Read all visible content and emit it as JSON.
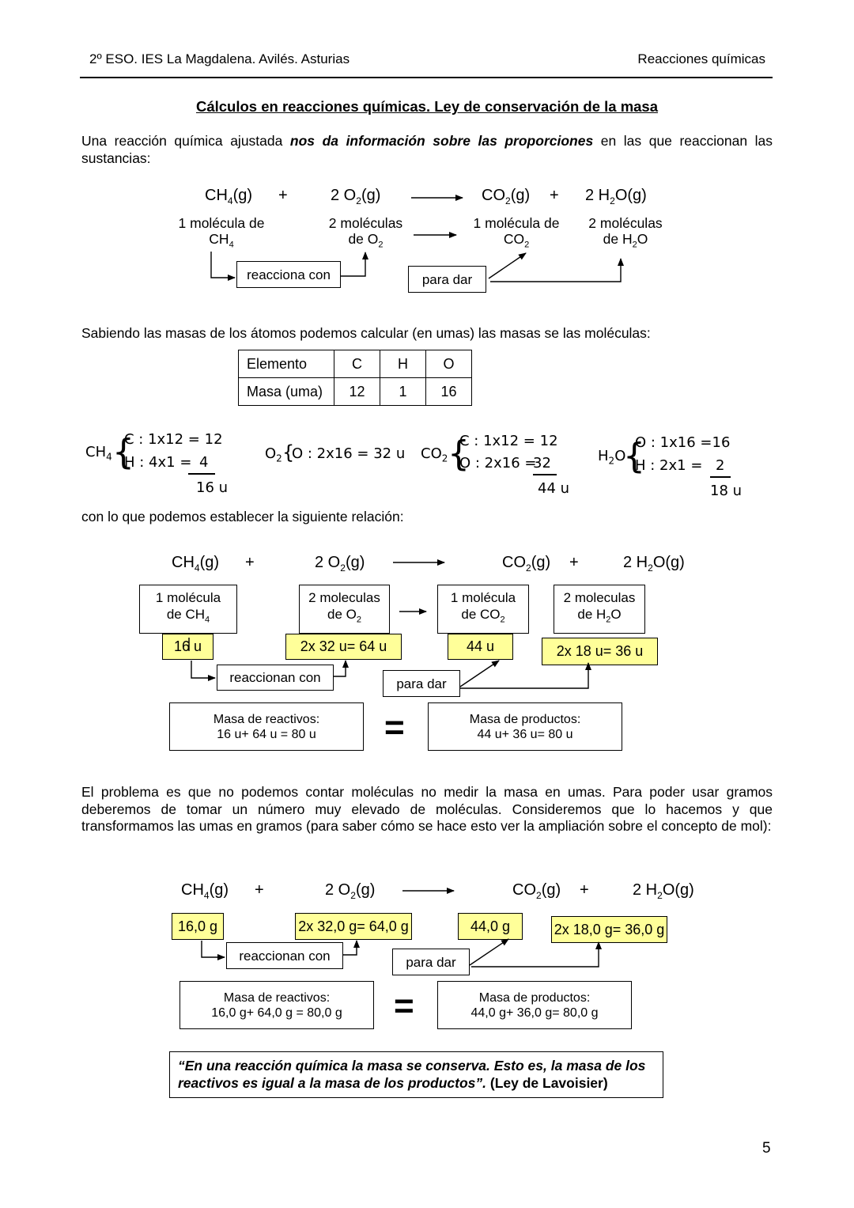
{
  "header": {
    "left": "2º ESO. IES La Magdalena. Avilés. Asturias",
    "right": "Reacciones químicas"
  },
  "title": "Cálculos en reacciones químicas. Ley de conservación de la masa",
  "intro": {
    "before": "Una reacción química ajustada ",
    "bold": "nos da información sobre las proporciones",
    "after": " en las que reaccionan las sustancias:"
  },
  "equation": {
    "r1": "CH4(g)",
    "plus": "+",
    "r2": "2 O2(g)",
    "p1": "CO2(g)",
    "p2": "2 H2O(g)"
  },
  "diagram1": {
    "d_r1_a": "1 molécula de",
    "d_r1_b": "CH4",
    "d_r2_a": "2 moléculas",
    "d_r2_b": "de O2",
    "d_p1_a": "1 molécula de",
    "d_p1_b": "CO2",
    "d_p2_a": "2 moléculas",
    "d_p2_b": "de H2O",
    "reacciona": "reacciona con",
    "para_dar": "para dar"
  },
  "masses_text": "Sabiendo las masas de los átomos podemos calcular (en umas) las masas se las moléculas:",
  "table": {
    "h0": "Elemento",
    "h1": "C",
    "h2": "H",
    "h3": "O",
    "r0": "Masa (uma)",
    "r1": "12",
    "r2": "1",
    "r3": "16"
  },
  "calcs": {
    "ch4_c": "C : 1x12 = 12",
    "ch4_h": "H : 4x1 =",
    "ch4_hv": "4",
    "ch4_tot": "16 u",
    "o2": "O : 2x16 = 32 u",
    "co2_c": "C : 1x12 =  12",
    "co2_o": "O : 2x16 =",
    "co2_ov": "32",
    "co2_tot": "44 u",
    "h2o_o": "O : 1x16 =16",
    "h2o_h": "H : 2x1 =",
    "h2o_hv": "2",
    "h2o_tot": "18 u"
  },
  "relation_text": "con lo que podemos establecer la siguiente relación:",
  "diagram2": {
    "b1a": "1 molécula",
    "b1b": "de CH4",
    "b2a": "2 moleculas",
    "b2b": "de O2",
    "b3a": "1 molécula",
    "b3b": "de CO2",
    "b4a": "2 moleculas",
    "b4b": "de H2O",
    "y1": "16 u",
    "y2": "2x 32 u= 64 u",
    "y3": "44 u",
    "y4": "2x 18 u= 36 u",
    "reaccionan": "reaccionan con",
    "para_dar": "para dar",
    "mr1": "Masa de reactivos:",
    "mr2": "16 u+ 64 u = 80 u",
    "mp1": "Masa de productos:",
    "mp2": "44 u+ 36 u= 80 u",
    "equals": "="
  },
  "problem_text": "El problema es que no podemos contar moléculas no medir la masa en umas. Para poder usar gramos deberemos de tomar un número muy elevado de moléculas. Consideremos que lo hacemos y que transformamos las umas en gramos (para saber cómo se hace esto ver la ampliación sobre el concepto de mol):",
  "diagram3": {
    "y1": "16,0 g",
    "y2": "2x 32,0 g= 64,0 g",
    "y3": "44,0 g",
    "y4": "2x 18,0 g= 36,0 g",
    "reaccionan": "reaccionan con",
    "para_dar": "para dar",
    "mr1": "Masa de reactivos:",
    "mr2": "16,0 g+ 64,0 g = 80,0 g",
    "mp1": "Masa de productos:",
    "mp2": "44,0 g+ 36,0 g= 80,0 g",
    "equals": "="
  },
  "law": {
    "quote": "“En una reacción química la masa se conserva. Esto es, la masa de los reactivos es igual a la masa de los productos”.",
    "attribution": " (Ley de Lavoisier)"
  },
  "page_number": "5"
}
